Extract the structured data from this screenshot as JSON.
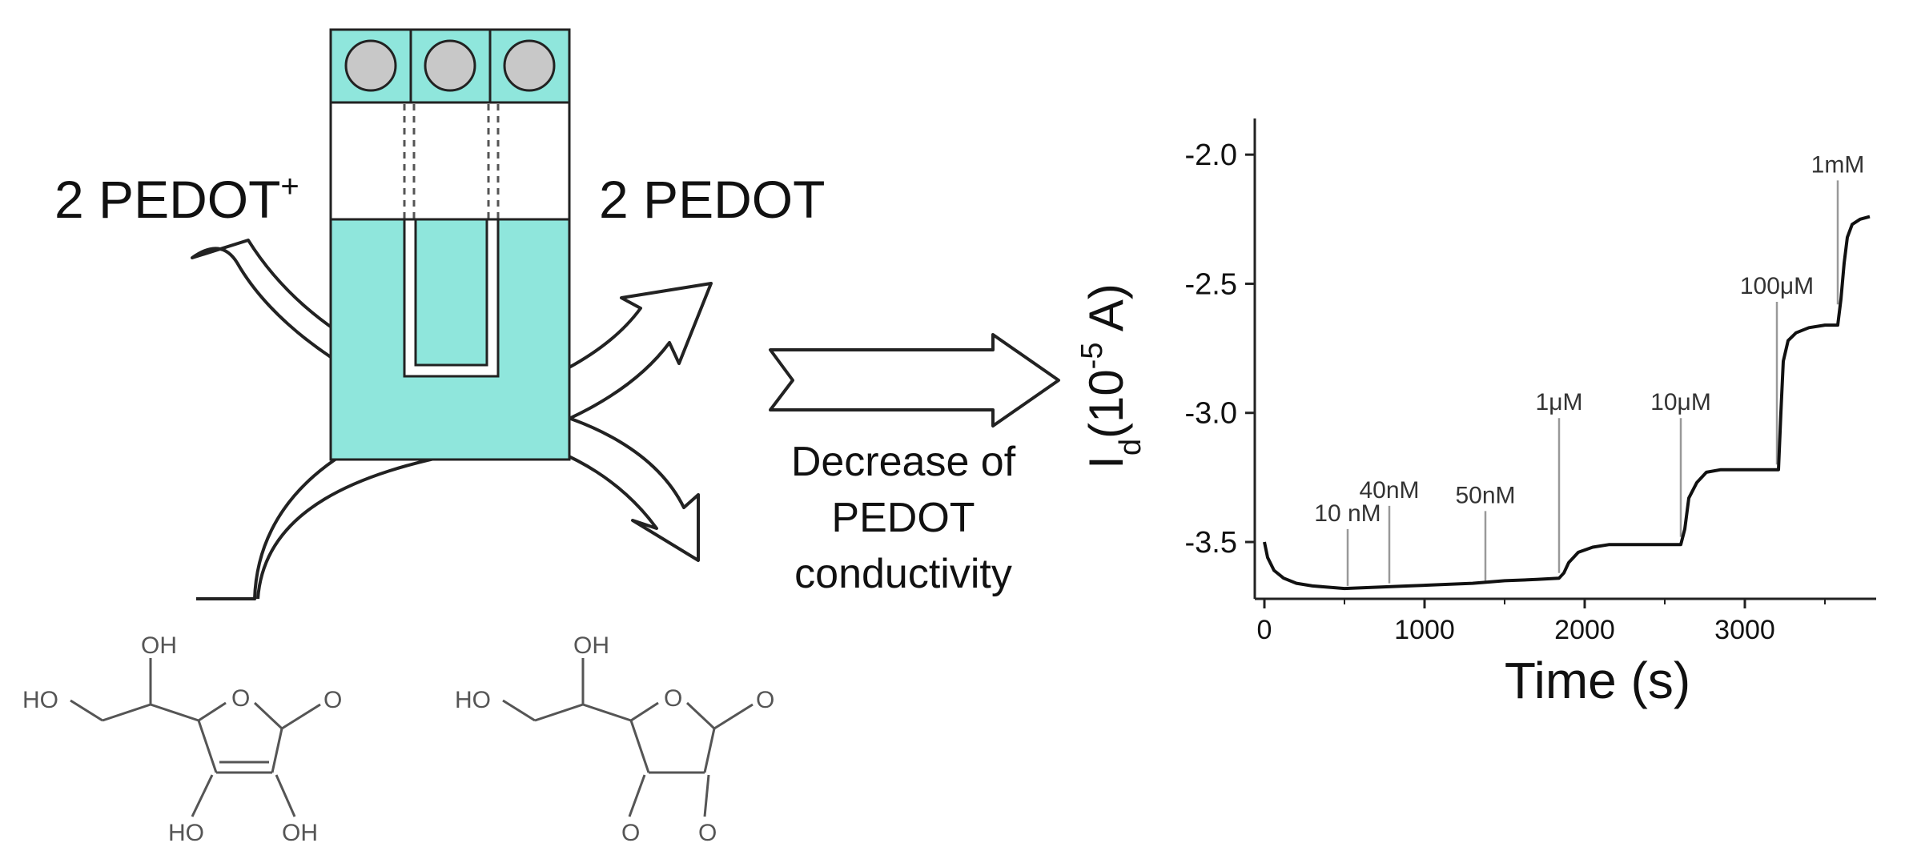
{
  "scheme": {
    "left_label": "2 PEDOT",
    "left_label_sup": "+",
    "right_label": "2 PEDOT",
    "arrow_caption": [
      "Decrease of",
      "PEDOT",
      "conductivity"
    ],
    "molecule_left": {
      "top_oh": "OH",
      "left_ho": "HO",
      "ring_o": "O",
      "carbonyl_o": "O",
      "bottom_left": "HO",
      "bottom_right": "OH"
    },
    "molecule_right": {
      "top_oh": "OH",
      "left_ho": "HO",
      "ring_o": "O",
      "carbonyl_o": "O",
      "bottom_left": "O",
      "bottom_right": "O"
    },
    "colors": {
      "device_fill": "#8fe6dc",
      "pad_fill": "#c8c8c8",
      "stroke": "#222222"
    }
  },
  "chart_data": {
    "type": "line",
    "title": "",
    "xlabel": "Time (s)",
    "ylabel": {
      "main": "I",
      "sub": "d",
      "unit_open": "(10",
      "exponent": "-5",
      "unit_close": " A)"
    },
    "xlim": [
      -60,
      3820
    ],
    "ylim": [
      -3.72,
      -1.86
    ],
    "xticks": [
      0,
      1000,
      2000,
      3000
    ],
    "xtick_labels": [
      "0",
      "1000",
      "2000",
      "3000"
    ],
    "yticks": [
      -2.0,
      -2.5,
      -3.0,
      -3.5
    ],
    "ytick_labels": [
      "-2.0",
      "-2.5",
      "-3.0",
      "-3.5"
    ],
    "grid": false,
    "series": [
      {
        "color": "#111111",
        "x": [
          0,
          20,
          60,
          120,
          200,
          300,
          400,
          500,
          700,
          900,
          1100,
          1300,
          1500,
          1700,
          1840,
          1870,
          1900,
          1960,
          2050,
          2150,
          2300,
          2450,
          2600,
          2625,
          2650,
          2700,
          2760,
          2850,
          3000,
          3150,
          3210,
          3225,
          3240,
          3270,
          3320,
          3400,
          3500,
          3580,
          3600,
          3620,
          3640,
          3670,
          3720,
          3780
        ],
        "y": [
          -3.5,
          -3.56,
          -3.61,
          -3.64,
          -3.66,
          -3.67,
          -3.675,
          -3.68,
          -3.675,
          -3.67,
          -3.665,
          -3.66,
          -3.65,
          -3.645,
          -3.64,
          -3.62,
          -3.58,
          -3.54,
          -3.52,
          -3.51,
          -3.51,
          -3.51,
          -3.51,
          -3.45,
          -3.33,
          -3.27,
          -3.23,
          -3.22,
          -3.22,
          -3.22,
          -3.22,
          -3.0,
          -2.8,
          -2.72,
          -2.69,
          -2.67,
          -2.66,
          -2.66,
          -2.56,
          -2.42,
          -2.32,
          -2.27,
          -2.25,
          -2.24
        ]
      }
    ],
    "annotations": [
      {
        "text": "10 nM",
        "x": 520,
        "y_top": -3.45,
        "y_bottom": -3.67
      },
      {
        "text": "40nM",
        "x": 780,
        "y_top": -3.36,
        "y_bottom": -3.66
      },
      {
        "text": "50nM",
        "x": 1380,
        "y_top": -3.38,
        "y_bottom": -3.65
      },
      {
        "text": "1μM",
        "x": 1840,
        "y_top": -3.02,
        "y_bottom": -3.62
      },
      {
        "text": "10μM",
        "x": 2600,
        "y_top": -3.02,
        "y_bottom": -3.48
      },
      {
        "text": "100μM",
        "x": 3200,
        "y_top": -2.57,
        "y_bottom": -3.2
      },
      {
        "text": "1mM",
        "x": 3580,
        "y_top": -2.1,
        "y_bottom": -2.58
      }
    ]
  }
}
